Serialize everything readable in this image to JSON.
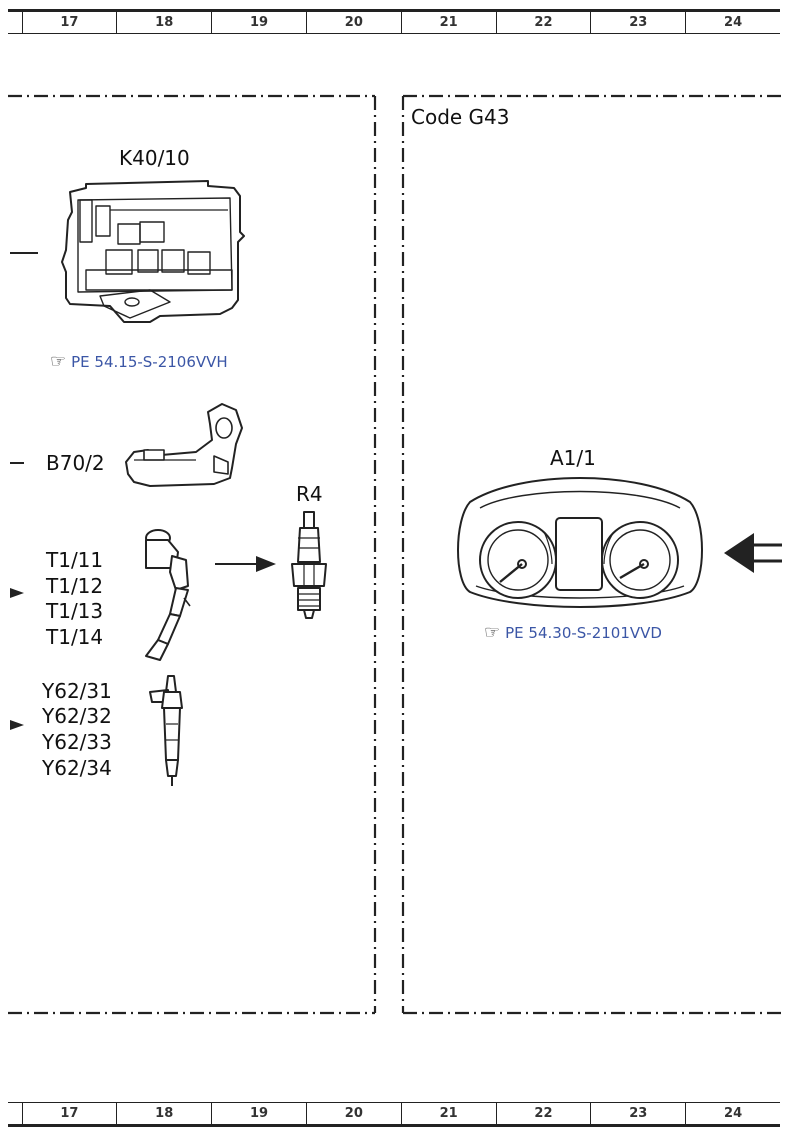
{
  "ruler": {
    "top": [
      "17",
      "18",
      "19",
      "20",
      "21",
      "22",
      "23",
      "24"
    ],
    "bottom": [
      "17",
      "18",
      "19",
      "20",
      "21",
      "22",
      "23",
      "24"
    ]
  },
  "left_panel": {
    "k40": {
      "label": "K40/10",
      "ref": "PE 54.15-S-2106VVH"
    },
    "b70": {
      "label": "B70/2"
    },
    "r4": {
      "label": "R4"
    },
    "t1": {
      "labels": [
        "T1/11",
        "T1/12",
        "T1/13",
        "T1/14"
      ]
    },
    "y62": {
      "labels": [
        "Y62/31",
        "Y62/32",
        "Y62/33",
        "Y62/34"
      ]
    }
  },
  "right_panel": {
    "code": "Code G43",
    "a1": {
      "label": "A1/1",
      "ref": "PE 54.30-S-2101VVD"
    }
  },
  "icons": {
    "reference": "pointing-hand-icon"
  },
  "colors": {
    "reference_link": "#3b56a6"
  }
}
